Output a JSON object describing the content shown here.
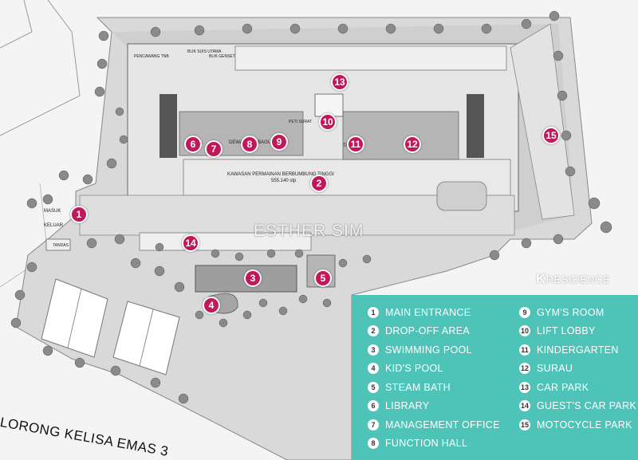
{
  "watermark": "ESTHER SIM",
  "brand": {
    "mark": "K",
    "name": "RESIDENCE"
  },
  "road": "LORONG KELISA EMAS 3",
  "plan_labels": {
    "masuk": "MASUK",
    "keluar": "KELUAR",
    "pencawang": "PENCAWANG TNB",
    "blik_suis": "BLIK SUIS UTAMA",
    "blik_genset": "BLIK GENSET",
    "kawasan": "KAWASAN PERMAINAN BERBUMBUNG TINGGI",
    "dewan": "DEWAN SERBAGUNA",
    "tadika": "TADIKA",
    "peti_surat": "PETI SURAT",
    "tandas": "TANDAS",
    "area_value": "555.140 stp"
  },
  "markers": [
    {
      "n": "1"
    },
    {
      "n": "2"
    },
    {
      "n": "3"
    },
    {
      "n": "4"
    },
    {
      "n": "5"
    },
    {
      "n": "6"
    },
    {
      "n": "7"
    },
    {
      "n": "8"
    },
    {
      "n": "9"
    },
    {
      "n": "10"
    },
    {
      "n": "11"
    },
    {
      "n": "12"
    },
    {
      "n": "13"
    },
    {
      "n": "14"
    },
    {
      "n": "15"
    }
  ],
  "legend": [
    {
      "n": "1",
      "label": "MAIN ENTRANCE"
    },
    {
      "n": "2",
      "label": "DROP-OFF AREA"
    },
    {
      "n": "3",
      "label": "SWIMMING POOL"
    },
    {
      "n": "4",
      "label": "KID'S POOL"
    },
    {
      "n": "5",
      "label": "STEAM BATH"
    },
    {
      "n": "6",
      "label": "LIBRARY"
    },
    {
      "n": "7",
      "label": "MANAGEMENT OFFICE"
    },
    {
      "n": "8",
      "label": "FUNCTION HALL"
    },
    {
      "n": "9",
      "label": "GYM'S ROOM"
    },
    {
      "n": "10",
      "label": "LIFT LOBBY"
    },
    {
      "n": "11",
      "label": "KINDERGARTEN"
    },
    {
      "n": "12",
      "label": "SURAU"
    },
    {
      "n": "13",
      "label": "CAR PARK"
    },
    {
      "n": "14",
      "label": "GUEST'S CAR PARK"
    },
    {
      "n": "15",
      "label": "MOTOCYCLE PARK"
    }
  ],
  "colors": {
    "marker": "#c2185b",
    "legend_bg": "#4ec3b7",
    "pool": "#9e9e9e",
    "building": "#e0e0e0",
    "room": "#a8a8a8",
    "site": "#d5d5d5"
  }
}
